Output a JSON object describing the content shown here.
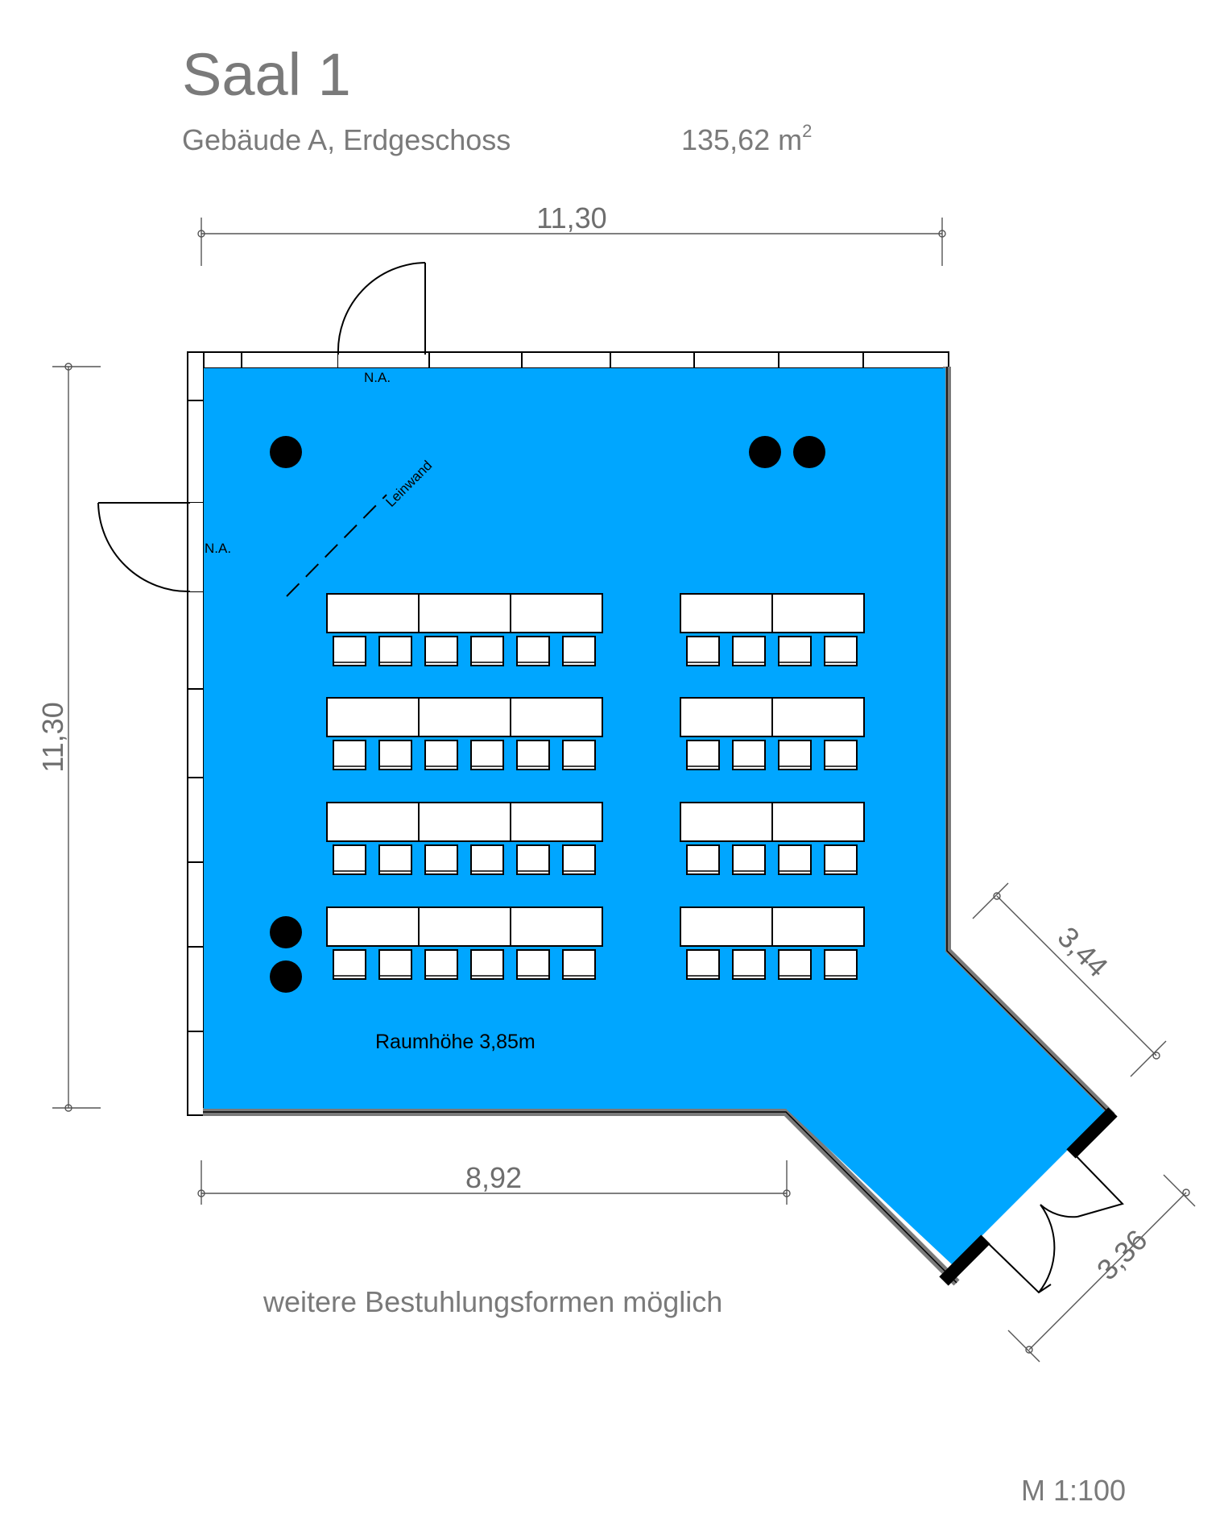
{
  "header": {
    "title": "Saal 1",
    "location": "Gebäude A, Erdgeschoss",
    "area_value": "135,62 m",
    "area_superscript": "2"
  },
  "dimensions": {
    "top_width": "11,30",
    "left_height": "11,30",
    "bottom_width": "8,92",
    "diagonal_upper": "3,44",
    "diagonal_lower": "3,36"
  },
  "room": {
    "floor_color": "#00A6FF",
    "door_top_label": "N.A.",
    "door_left_label": "N.A.",
    "screen_label": "Leinwand",
    "ceiling_height": "Raumhöhe 3,85m"
  },
  "seating": {
    "rows": 4,
    "left_block_tables_per_row": 3,
    "left_block_chairs_per_row": 6,
    "right_block_tables_per_row": 2,
    "right_block_chairs_per_row": 4
  },
  "footer": {
    "note": "weitere Bestuhlungsformen möglich",
    "scale": "M 1:100"
  }
}
